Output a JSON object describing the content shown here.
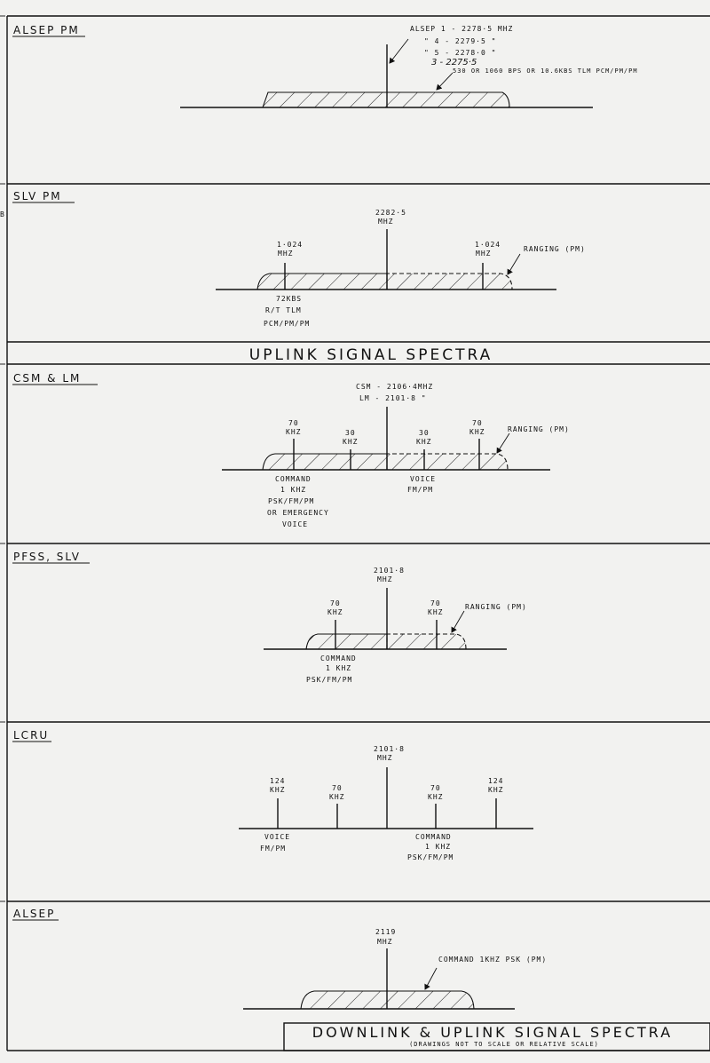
{
  "panels": {
    "alsep_pm": {
      "title": "ALSEP PM",
      "freq_lines": [
        "ALSEP 1 - 2278·5 MHZ",
        "\" 4 - 2279·5 \"",
        "\" 5 - 2278·0 \"",
        "3 - 2275·5"
      ],
      "band_label": "530 OR 1060 BPS OR 10.6KBS TLM PCM/PM/PM"
    },
    "slv_pm": {
      "title": "SLV PM",
      "carrier": [
        "2282·5",
        "MHZ"
      ],
      "left_sub": [
        "1·024",
        "MHZ"
      ],
      "right_sub": [
        "1·024",
        "MHZ"
      ],
      "ranging": "RANGING (PM)",
      "bottom": [
        "72KBS",
        "R/T TLM",
        "PCM/PM/PM"
      ]
    },
    "section_header": "UPLINK SIGNAL SPECTRA",
    "csm_lm": {
      "title": "CSM & LM",
      "carrier": [
        "CSM - 2106·4MHZ",
        "LM - 2101·8 \""
      ],
      "sub70_left": [
        "70",
        "KHZ"
      ],
      "sub30_left": [
        "30",
        "KHZ"
      ],
      "sub30_right": [
        "30",
        "KHZ"
      ],
      "sub70_right": [
        "70",
        "KHZ"
      ],
      "ranging": "RANGING (PM)",
      "command": [
        "COMMAND",
        "1 KHZ",
        "PSK/FM/PM",
        "OR EMERGENCY",
        "VOICE"
      ],
      "voice": [
        "VOICE",
        "FM/PM"
      ]
    },
    "pfss_slv": {
      "title": "PFSS, SLV",
      "carrier": [
        "2101·8",
        "MHZ"
      ],
      "sub70_left": [
        "70",
        "KHZ"
      ],
      "sub70_right": [
        "70",
        "KHZ"
      ],
      "ranging": "RANGING (PM)",
      "command": [
        "COMMAND",
        "1 KHZ",
        "PSK/FM/PM"
      ]
    },
    "lcru": {
      "title": "LCRU",
      "carrier": [
        "2101·8",
        "MHZ"
      ],
      "sub124_left": [
        "124",
        "KHZ"
      ],
      "sub70_left": [
        "70",
        "KHZ"
      ],
      "sub70_right": [
        "70",
        "KHZ"
      ],
      "sub124_right": [
        "124",
        "KHZ"
      ],
      "voice": [
        "VOICE",
        "FM/PM"
      ],
      "command": [
        "COMMAND",
        "1 KHZ",
        "PSK/FM/PM"
      ]
    },
    "alsep": {
      "title": "ALSEP",
      "carrier": [
        "2119",
        "MHZ"
      ],
      "command": "COMMAND 1KHZ PSK (PM)"
    }
  },
  "title_block": {
    "main": "DOWNLINK & UPLINK SIGNAL SPECTRA",
    "note": "(DRAWINGS NOT TO SCALE OR RELATIVE SCALE)"
  },
  "margin_letter": "B"
}
